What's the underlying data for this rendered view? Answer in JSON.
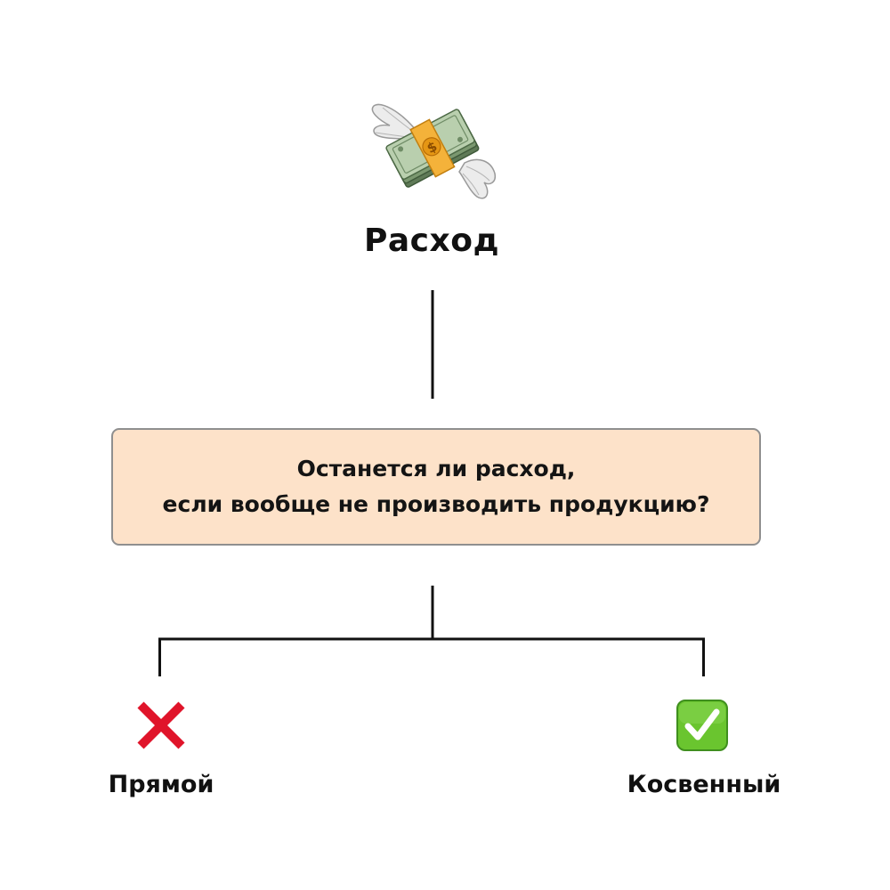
{
  "diagram": {
    "root": {
      "icon": "money-with-wings-icon",
      "label": "Расход"
    },
    "question": {
      "line1": "Останется ли расход,",
      "line2": "если вообще не производить продукцию?",
      "fill_color": "#fde2c9",
      "border_color": "#8f8f8f"
    },
    "branches": [
      {
        "icon": "cross-mark-icon",
        "label": "Прямой",
        "icon_color": "#e0142a"
      },
      {
        "icon": "check-mark-button-icon",
        "label": "Косвенный",
        "icon_color": "#6ac52f"
      }
    ],
    "line_color": "#111111"
  }
}
